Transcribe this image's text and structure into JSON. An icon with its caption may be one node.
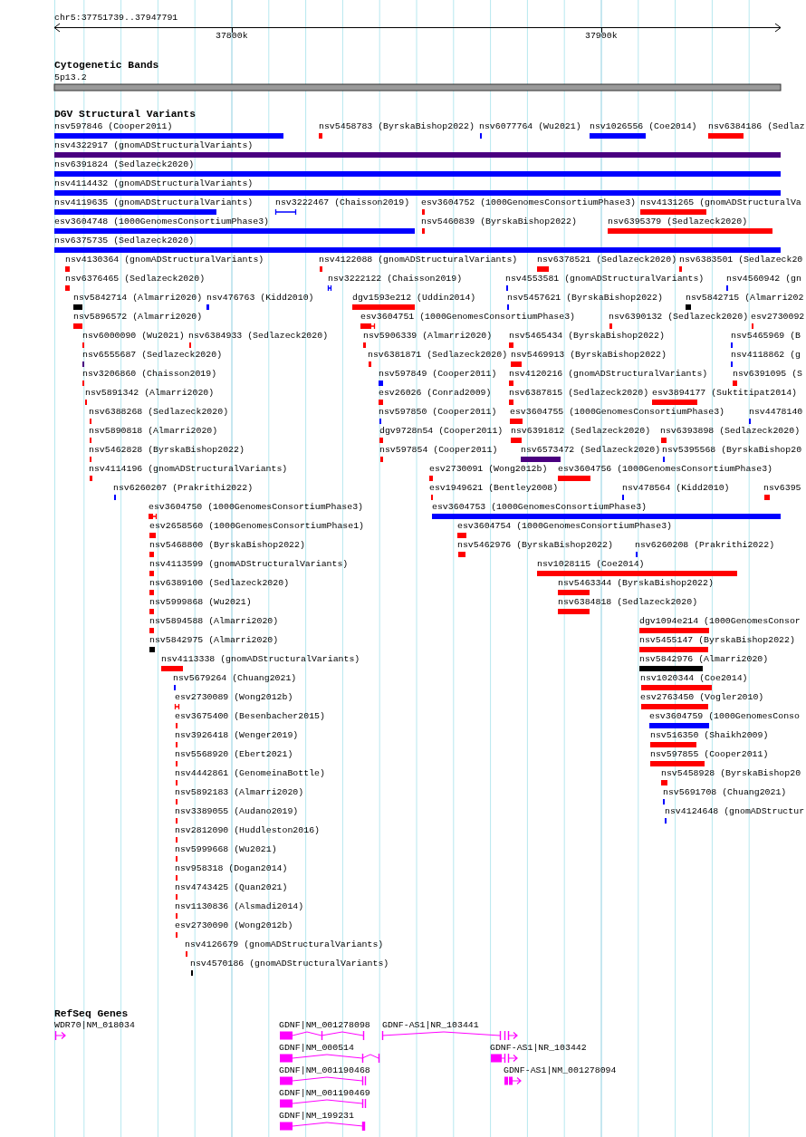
{
  "diagram": {
    "labels": [
      "chr5:37751739..37947791",
      "37800k",
      "37900k",
      "Cytogenetic Bands",
      "5p13.2",
      "DGV Structural Variants",
      "nsv597846 (Cooper2011)",
      "nsv5458783 (ByrskaBishop2022)",
      "nsv6077764 (Wu2021)",
      "nsv1026556 (Coe2014)",
      "nsv6384186 (Sedlaz",
      "nsv4322917 (gnomADStructuralVariants)",
      "nsv6391824 (Sedlazeck2020)",
      "nsv4114432 (gnomADStructuralVariants)",
      "nsv4119635 (gnomADStructuralVariants)",
      "nsv3222467 (Chaisson2019)",
      "esv3604752 (1000GenomesConsortiumPhase3)",
      "nsv4131265 (gnomADStructuralVa",
      "esv3604748 (1000GenomesConsortiumPhase3)",
      "nsv5460839 (ByrskaBishop2022)",
      "nsv6395379 (Sedlazeck2020)",
      "nsv6375735 (Sedlazeck2020)",
      "nsv4130364 (gnomADStructuralVariants)",
      "nsv4122088 (gnomADStructuralVariants)",
      "nsv6378521 (Sedlazeck2020)",
      "nsv6383501 (Sedlazeck20",
      "nsv6376465 (Sedlazeck2020)",
      "nsv3222122 (Chaisson2019)",
      "nsv4553581 (gnomADStructuralVariants)",
      "nsv4560942 (gn",
      "nsv5842714 (Almarri2020)",
      "nsv476763 (Kidd2010)",
      "dgv1593e212 (Uddin2014)",
      "nsv5457621 (ByrskaBishop2022)",
      "nsv5842715 (Almarri202",
      "nsv5896572 (Almarri2020)",
      "esv3604751 (1000GenomesConsortiumPhase3)",
      "nsv6390132 (Sedlazeck2020)",
      "esv2730092",
      "nsv6000090 (Wu2021)",
      "nsv6384933 (Sedlazeck2020)",
      "nsv5906339 (Almarri2020)",
      "nsv5465434 (ByrskaBishop2022)",
      "nsv5465969 (B",
      "nsv6555687 (Sedlazeck2020)",
      "nsv6381871 (Sedlazeck2020)",
      "nsv5469913 (ByrskaBishop2022)",
      "nsv4118862 (g",
      "nsv3206860 (Chaisson2019)",
      "nsv597849 (Cooper2011)",
      "nsv4120216 (gnomADStructuralVariants)",
      "nsv6391095 (S",
      "nsv5891342 (Almarri2020)",
      "esv26026 (Conrad2009)",
      "nsv6387815 (Sedlazeck2020)",
      "esv3894177 (Suktitipat2014)",
      "nsv6388268 (Sedlazeck2020)",
      "nsv597850 (Cooper2011)",
      "esv3604755 (1000GenomesConsortiumPhase3)",
      "nsv4478140",
      "nsv5890818 (Almarri2020)",
      "dgv9728n54 (Cooper2011)",
      "nsv6391812 (Sedlazeck2020)",
      "nsv6393898 (Sedlazeck2020)",
      "nsv5462828 (ByrskaBishop2022)",
      "nsv597854 (Cooper2011)",
      "nsv6573472 (Sedlazeck2020)",
      "nsv5395568 (ByrskaBishop20",
      "nsv4114196 (gnomADStructuralVariants)",
      "esv2730091 (Wong2012b)",
      "esv3604756 (1000GenomesConsortiumPhase3)",
      "nsv6260207 (Prakrithi2022)",
      "esv1949621 (Bentley2008)",
      "nsv478564 (Kidd2010)",
      "nsv6395",
      "esv3604750 (1000GenomesConsortiumPhase3)",
      "esv3604753 (1000GenomesConsortiumPhase3)",
      "esv2658560 (1000GenomesConsortiumPhase1)",
      "esv3604754 (1000GenomesConsortiumPhase3)",
      "nsv5468800 (ByrskaBishop2022)",
      "nsv5462976 (ByrskaBishop2022)",
      "nsv6260208 (Prakrithi2022)",
      "nsv4113599 (gnomADStructuralVariants)",
      "nsv1028115 (Coe2014)",
      "nsv6389100 (Sedlazeck2020)",
      "nsv5463344 (ByrskaBishop2022)",
      "nsv5999868 (Wu2021)",
      "nsv6384818 (Sedlazeck2020)",
      "nsv5894588 (Almarri2020)",
      "dgv1094e214 (1000GenomesConsor",
      "nsv5842975 (Almarri2020)",
      "nsv5455147 (ByrskaBishop2022)",
      "nsv4113338 (gnomADStructuralVariants)",
      "nsv5842976 (Almarri2020)",
      "nsv5679264 (Chuang2021)",
      "nsv1020344 (Coe2014)",
      "esv2730089 (Wong2012b)",
      "esv2763450 (Vogler2010)",
      "esv3675400 (Besenbacher2015)",
      "esv3604759 (1000GenomesConso",
      "nsv3926418 (Wenger2019)",
      "nsv516350 (Shaikh2009)",
      "nsv5568920 (Ebert2021)",
      "nsv597855 (Cooper2011)",
      "nsv4442861 (GenomeinaBottle)",
      "nsv5458928 (ByrskaBishop20",
      "nsv5892183 (Almarri2020)",
      "nsv5691708 (Chuang2021)",
      "nsv3389055 (Audano2019)",
      "nsv4124648 (gnomADStructur",
      "nsv2812090 (Huddleston2016)",
      "nsv5999668 (Wu2021)",
      "nsv958318 (Dogan2014)",
      "nsv4743425 (Quan2021)",
      "nsv1130836 (Alsmadi2014)",
      "esv2730090 (Wong2012b)",
      "nsv4126679 (gnomADStructuralVariants)",
      "nsv4570186 (gnomADStructuralVariants)",
      "RefSeq Genes",
      "WDR70|NM_018034",
      "GDNF|NM_001278098",
      "GDNF-AS1|NR_103441",
      "GDNF|NM_000514",
      "GDNF-AS1|NR_103442",
      "GDNF|NM_001190468",
      "GDNF-AS1|NM_001278094",
      "GDNF|NM_001190469",
      "GDNF|NM_199231"
    ]
  }
}
